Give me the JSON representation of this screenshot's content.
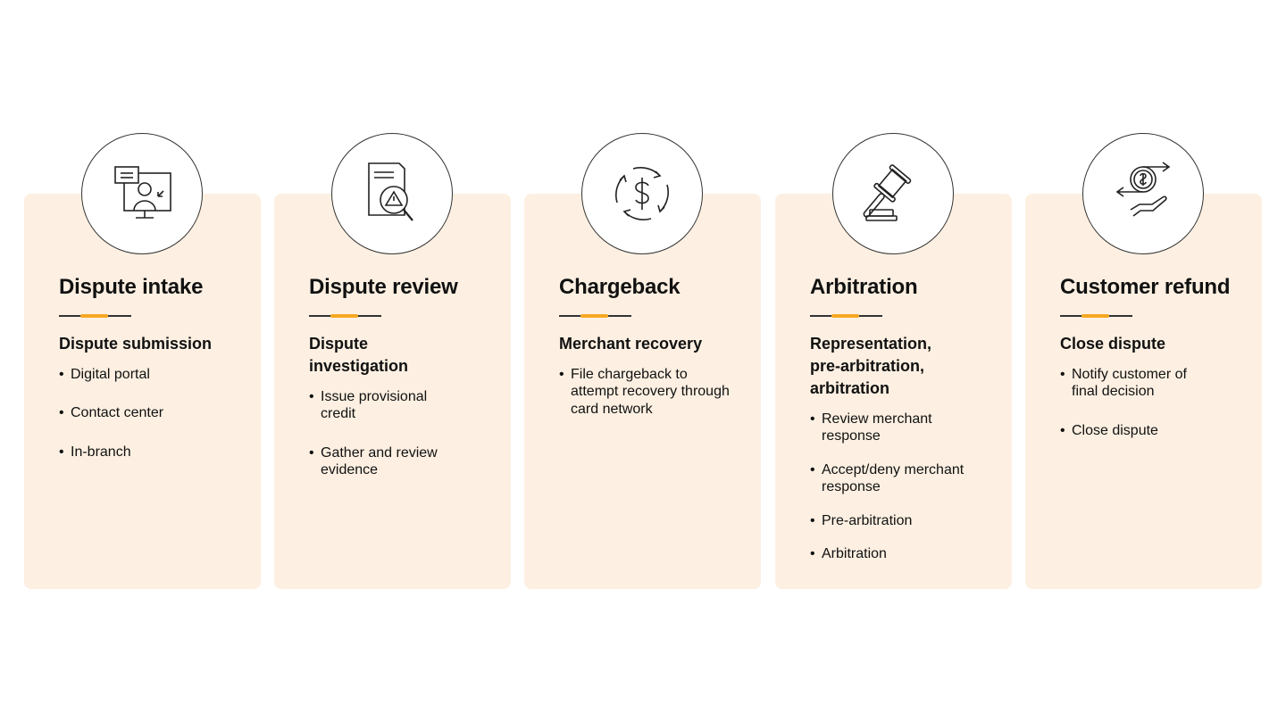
{
  "steps": [
    {
      "title": "Dispute intake",
      "icon": "computer-user-icon",
      "subtitle": "Dispute submission",
      "items": [
        "Digital portal",
        "Contact center",
        "In-branch"
      ]
    },
    {
      "title": "Dispute review",
      "icon": "document-warning-search-icon",
      "subtitle": "Dispute investigation",
      "items": [
        "Issue provisional credit",
        "Gather and review evidence"
      ]
    },
    {
      "title": "Chargeback",
      "icon": "dollar-cycle-icon",
      "subtitle": "Merchant recovery",
      "items": [
        "File chargeback to attempt recovery through card network"
      ]
    },
    {
      "title": "Arbitration",
      "icon": "gavel-icon",
      "subtitle": "Representation, pre-arbitration, arbitration",
      "items": [
        "Review merchant response",
        "Accept/deny merchant response",
        "Pre-arbitration",
        "Arbitration"
      ]
    },
    {
      "title": "Customer refund",
      "icon": "refund-hand-icon",
      "subtitle": "Close dispute",
      "items": [
        "Notify customer of final decision",
        "Close dispute"
      ]
    }
  ],
  "colors": {
    "card": "#fdf0e2",
    "accent": "#f6a823"
  }
}
